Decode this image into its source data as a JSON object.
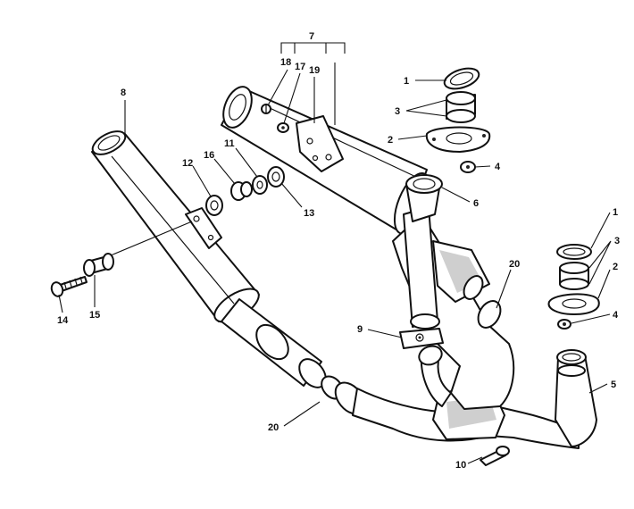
{
  "callouts": {
    "c7": "7",
    "c18": "18",
    "c17": "17",
    "c19": "19",
    "c8": "8",
    "c1a": "1",
    "c3a": "3",
    "c2a": "2",
    "c4a": "4",
    "c6": "6",
    "c16": "16",
    "c11": "11",
    "c12": "12",
    "c13": "13",
    "c14": "14",
    "c15": "15",
    "c20a": "20",
    "c9": "9",
    "c1b": "1",
    "c3b": "3",
    "c2b": "2",
    "c4b": "4",
    "c5": "5",
    "c20b": "20",
    "c10": "10"
  }
}
